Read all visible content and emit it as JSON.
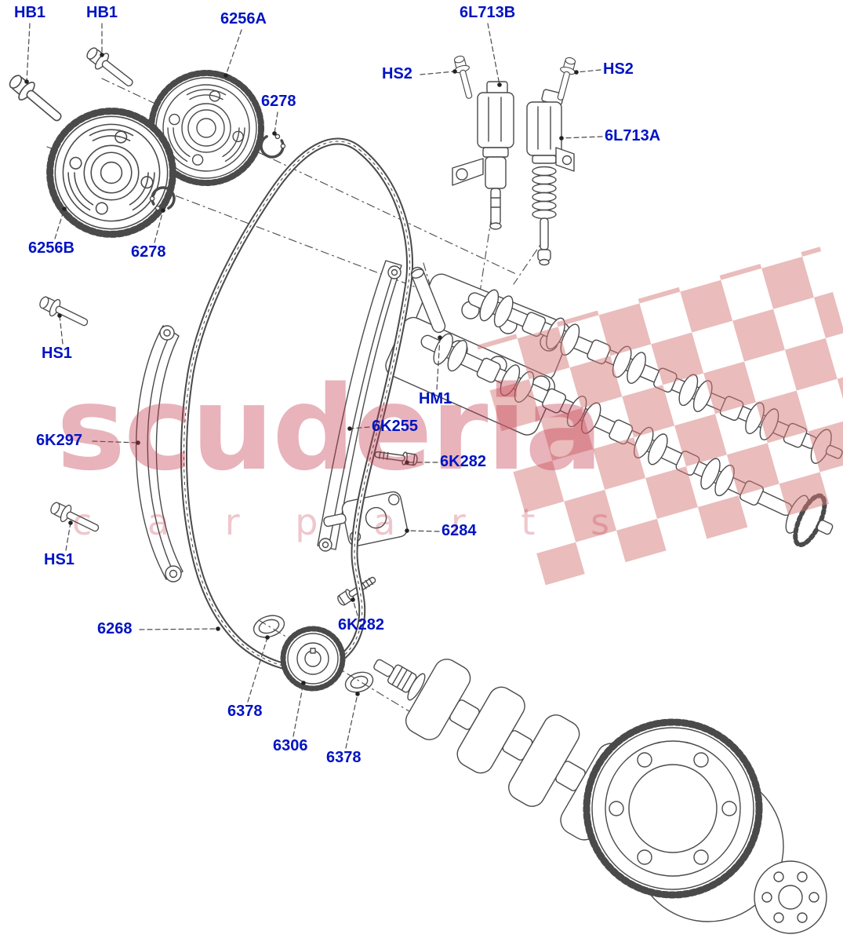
{
  "watermark": {
    "line1": "scuderia",
    "line2": "c a r p a r t s",
    "color": "#c43b4e"
  },
  "colors": {
    "label_text": "#0013c3",
    "line_art": "#4a4a4a",
    "checker_flag": "#d47878",
    "background": "#ffffff"
  },
  "labels": [
    {
      "id": "HB1-1",
      "text": "HB1"
    },
    {
      "id": "HB1-2",
      "text": "HB1"
    },
    {
      "id": "6256A",
      "text": "6256A"
    },
    {
      "id": "6L713B",
      "text": "6L713B"
    },
    {
      "id": "HS2-1",
      "text": "HS2"
    },
    {
      "id": "HS2-2",
      "text": "HS2"
    },
    {
      "id": "6278-1",
      "text": "6278"
    },
    {
      "id": "6L713A",
      "text": "6L713A"
    },
    {
      "id": "6256B",
      "text": "6256B"
    },
    {
      "id": "6278-2",
      "text": "6278"
    },
    {
      "id": "HS1-1",
      "text": "HS1"
    },
    {
      "id": "HM1",
      "text": "HM1"
    },
    {
      "id": "6K255",
      "text": "6K255"
    },
    {
      "id": "6K297",
      "text": "6K297"
    },
    {
      "id": "6K282-1",
      "text": "6K282"
    },
    {
      "id": "6284",
      "text": "6284"
    },
    {
      "id": "HS1-2",
      "text": "HS1"
    },
    {
      "id": "6268",
      "text": "6268"
    },
    {
      "id": "6K282-2",
      "text": "6K282"
    },
    {
      "id": "6378-1",
      "text": "6378"
    },
    {
      "id": "6306",
      "text": "6306"
    },
    {
      "id": "6378-2",
      "text": "6378"
    }
  ]
}
